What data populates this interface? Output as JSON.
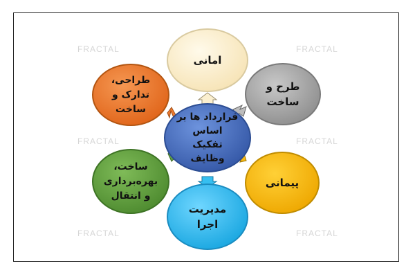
{
  "watermark": "FRACTAL",
  "center": {
    "label": "قرارداد ها بر\nاساس\nتفکیک\nوظایف",
    "color": "#4a72c4"
  },
  "nodes": [
    {
      "id": "top",
      "label": "امانی",
      "color": "#fbefcf"
    },
    {
      "id": "top-right",
      "label": "طرح و\nساخت",
      "color": "#a9a9a9"
    },
    {
      "id": "bottom-right",
      "label": "پیمانی",
      "color": "#f7b811"
    },
    {
      "id": "bottom",
      "label": "مدیریت\nاجرا",
      "color": "#36bff0"
    },
    {
      "id": "bottom-left",
      "label": "ساخت،\nبهره‌برداری\nو انتقال",
      "color": "#62a03f"
    },
    {
      "id": "top-left",
      "label": "طراحی،\nتدارک و\nساخت",
      "color": "#ee7a30"
    }
  ]
}
